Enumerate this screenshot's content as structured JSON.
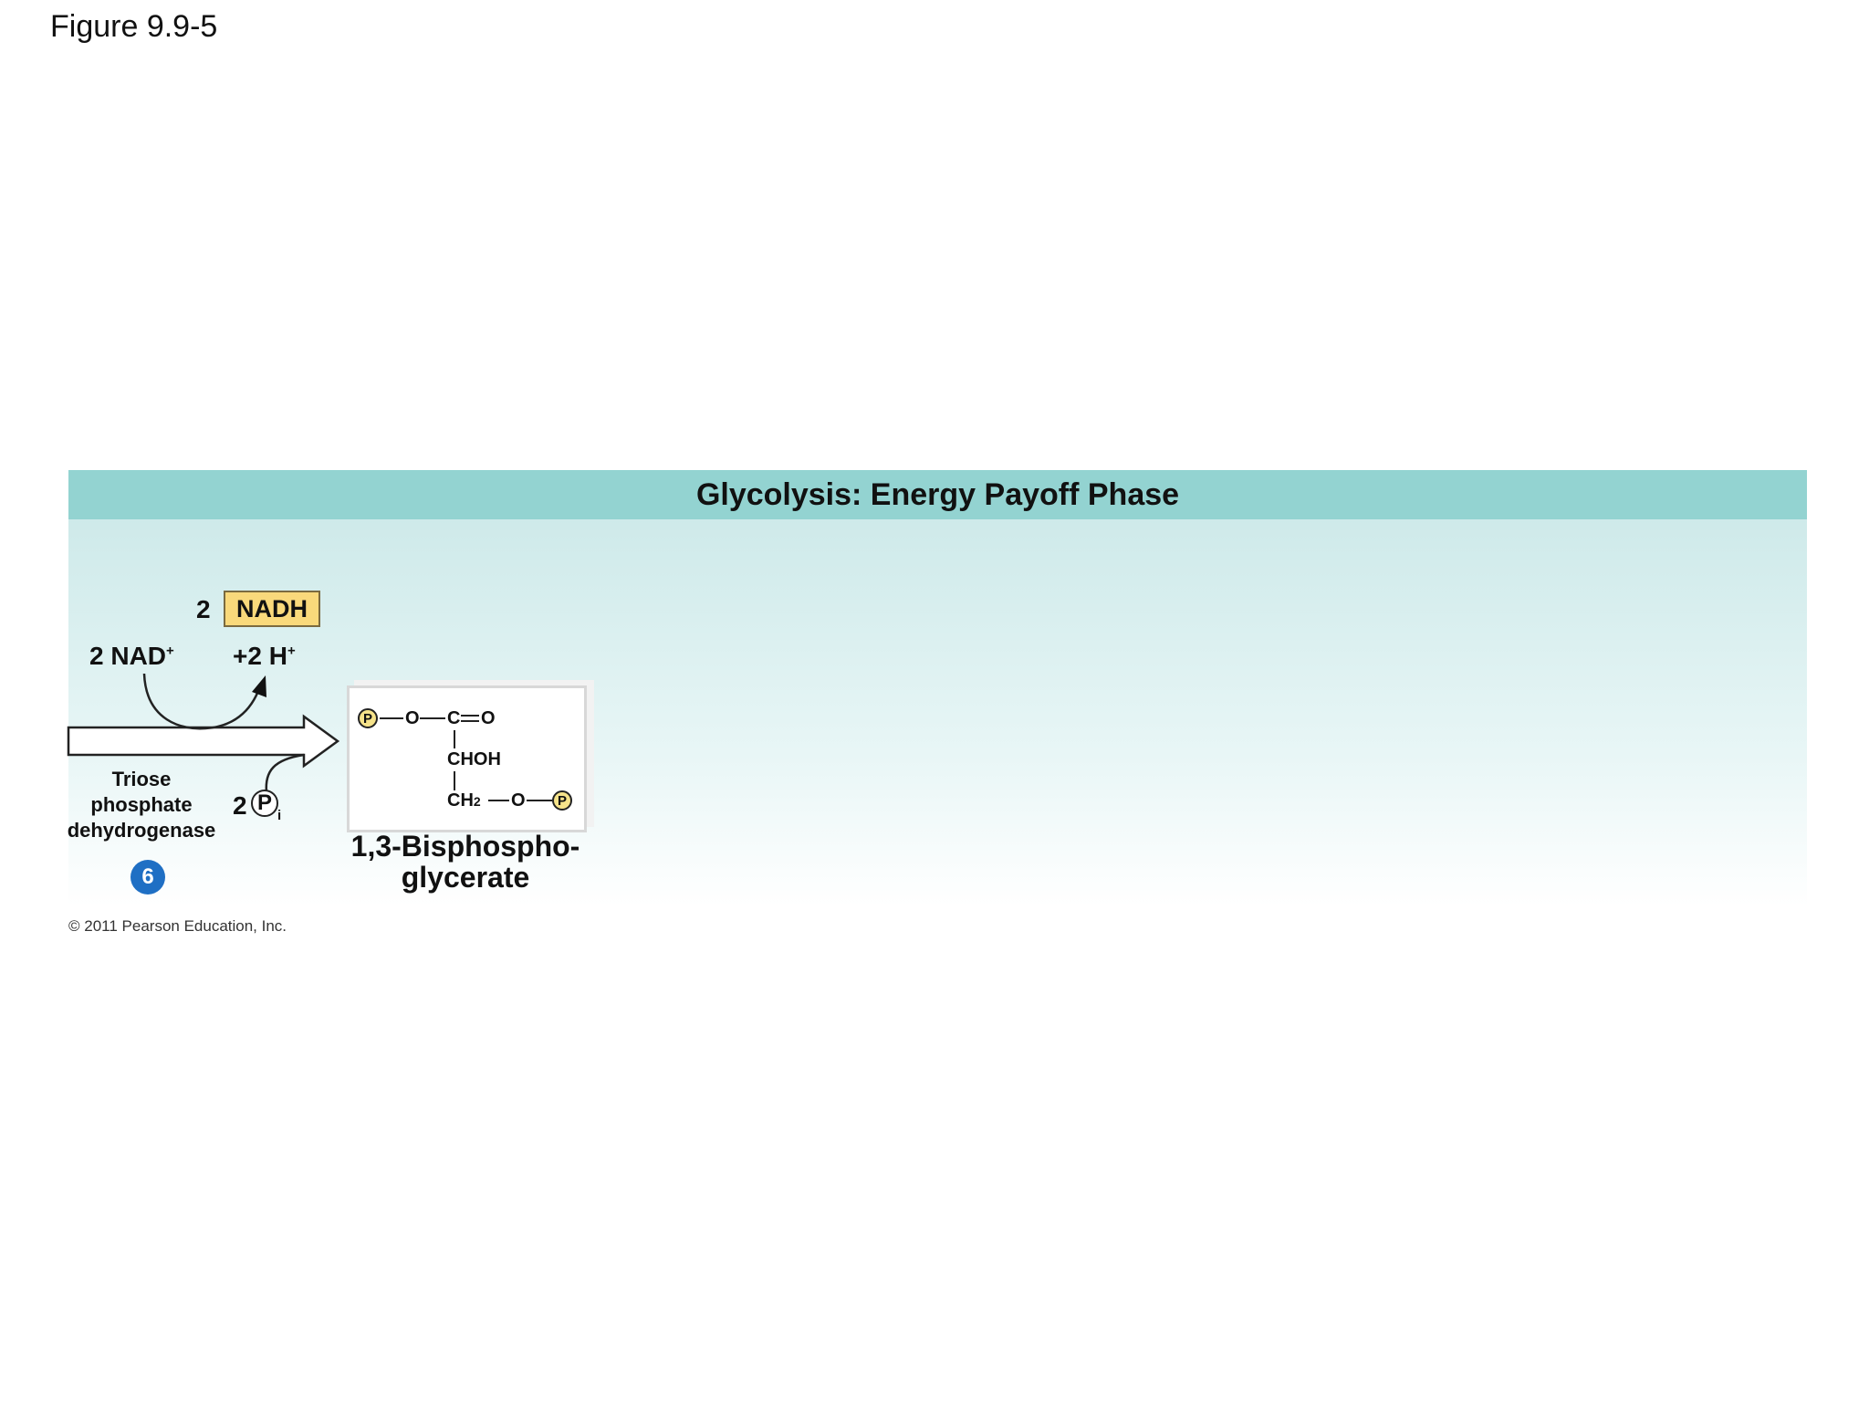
{
  "figure_label": "Figure 9.9-5",
  "panel": {
    "title": "Glycolysis: Energy Payoff Phase"
  },
  "reaction": {
    "nadh_count": "2",
    "nadh_label": "NADH",
    "nad_label": "2 NAD",
    "nad_sup": "+",
    "h_label": "+2 H",
    "h_sup": "+",
    "pi_count": "2",
    "pi_symbol": "P",
    "pi_subscript": "i",
    "enzyme_lines": [
      "Triose",
      "phosphate",
      "dehydrogenase"
    ],
    "step_number": "6"
  },
  "molecule": {
    "phosphate_symbol": "P",
    "row1_o": "O",
    "row1_c": "C",
    "row1_o2": "O",
    "row2": "CHOH",
    "row3_ch": "CH",
    "row3_sub": "2",
    "row3_o": "O",
    "name_lines": [
      "1,3-Bisphospho-",
      "glycerate"
    ]
  },
  "copyright": "© 2011 Pearson Education, Inc.",
  "colors": {
    "header": "#93d3d1",
    "nadh_box": "#f9d97b",
    "badge": "#1f6fc4",
    "phosphate": "#f6e38a"
  }
}
